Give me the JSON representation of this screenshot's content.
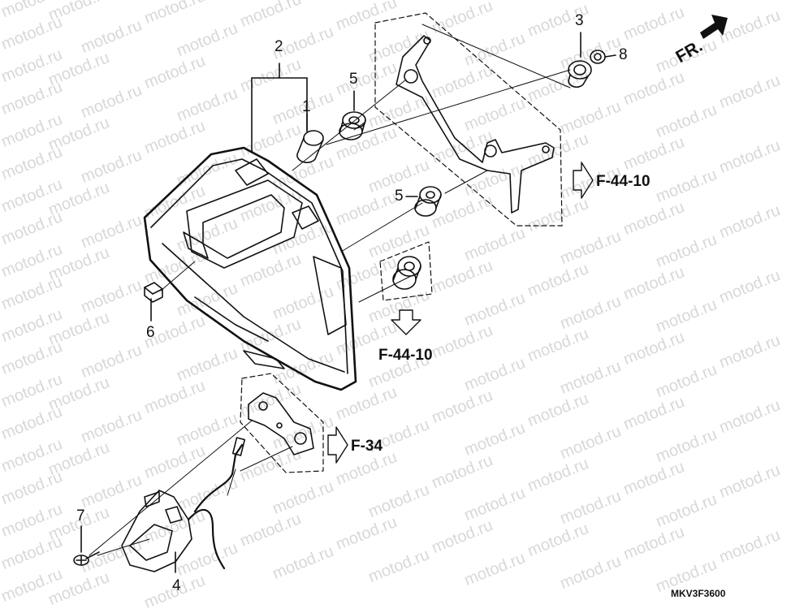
{
  "watermark": "motod.ru",
  "callouts": {
    "part1": "1",
    "part2": "2",
    "part3": "3",
    "part4": "4",
    "part5a": "5",
    "part5b": "5",
    "part6": "6",
    "part7": "7",
    "part8": "8"
  },
  "references": {
    "ref_upper": "F-44-10",
    "ref_lower": "F-44-10",
    "ref_bracket": "F-34"
  },
  "direction_label": "FR.",
  "diagram_code": "MKV3F3600",
  "colors": {
    "line": "#111111",
    "watermark": "#d8d8d8",
    "background": "#ffffff"
  }
}
